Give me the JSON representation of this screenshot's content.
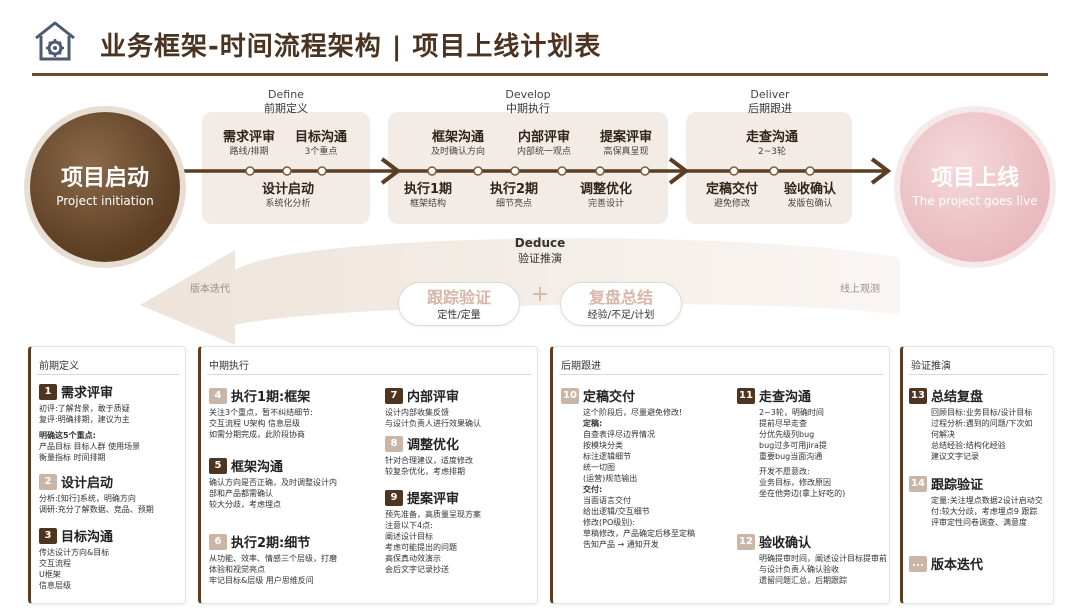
{
  "header": {
    "title": "业务框架-时间流程架构 | 项目上线计划表",
    "logo_icon": "house-gear-icon"
  },
  "phases": [
    {
      "en": "Define",
      "cn": "前期定义"
    },
    {
      "en": "Develop",
      "cn": "中期执行"
    },
    {
      "en": "Deliver",
      "cn": "后期跟进"
    }
  ],
  "start": {
    "cn": "项目启动",
    "en": "Project initiation"
  },
  "end": {
    "cn": "项目上线",
    "en": "The project goes live"
  },
  "nodes": {
    "n1": {
      "title": "需求评审",
      "sub": "路线/排期"
    },
    "n2": {
      "title": "目标沟通",
      "sub": "3个重点"
    },
    "n3": {
      "title": "设计启动",
      "sub": "系统化分析"
    },
    "n4": {
      "title": "框架沟通",
      "sub": "及时确认方向"
    },
    "n5": {
      "title": "内部评审",
      "sub": "内部统一观点"
    },
    "n6": {
      "title": "提案评审",
      "sub": "高保真呈现"
    },
    "n7": {
      "title": "执行1期",
      "sub": "框架结构"
    },
    "n8": {
      "title": "执行2期",
      "sub": "细节亮点"
    },
    "n9": {
      "title": "调整优化",
      "sub": "完善设计"
    },
    "n10": {
      "title": "走查沟通",
      "sub": "2~3轮"
    },
    "n11": {
      "title": "定稿交付",
      "sub": "避免修改"
    },
    "n12": {
      "title": "验收确认",
      "sub": "发版包确认"
    }
  },
  "deduce": {
    "en": "Deduce",
    "cn": "验证推演"
  },
  "feedback": {
    "left_label": "版本迭代",
    "right_label": "线上观测",
    "plus": "+",
    "pill1": {
      "title": "跟踪验证",
      "sub": "定性/定量"
    },
    "pill2": {
      "title": "复盘总结",
      "sub": "经验/不足/计划"
    }
  },
  "cards": [
    {
      "header": "前期定义",
      "items": [
        {
          "num": "1",
          "title": "需求评审",
          "lines": [
            "初评:了解背景，敢于质疑",
            "复评:明确排期，建议为主",
            "",
            "明确这5个重点:",
            "产品目标  目标人群  使用场景",
            "衡量指标  时间排期"
          ]
        },
        {
          "num": "2",
          "title": "设计启动",
          "lines": [
            "分析:[知行]系统，明确方向",
            "调研:充分了解数据、竞品、预期"
          ]
        },
        {
          "num": "3",
          "title": "目标沟通",
          "lines": [
            "传达设计方向&目标",
            "交互流程",
            "U框架",
            "信息层级"
          ]
        }
      ]
    },
    {
      "header": "中期执行",
      "items": [
        {
          "num": "4",
          "title": "执行1期:框架",
          "lines": [
            "关注3个重点，暂不纠结细节:",
            "交互流程  U架构  信息层级",
            "如需分期完成，此阶段协商"
          ]
        },
        {
          "num": "5",
          "title": "框架沟通",
          "lines": [
            "确认方向是否正确，及时调整设计内",
            "部和产品都需确认",
            "较大分歧，考虑埋点"
          ]
        },
        {
          "num": "6",
          "title": "执行2期:细节",
          "lines": [
            "从功能、效率、情感三个层级，打磨",
            "体验和视觉亮点",
            "牢记目标&层级 用户思维反问"
          ]
        },
        {
          "num": "7",
          "title": "内部评审",
          "lines": [
            "设计内部收集反馈",
            "与设计负责人进行效果确认"
          ]
        },
        {
          "num": "8",
          "title": "调整优化",
          "lines": [
            "针对合理建议，适度修改",
            "较复杂优化，考虑排期"
          ]
        },
        {
          "num": "9",
          "title": "提案评审",
          "lines": [
            "预先准备，高质量呈现方案",
            "注意以下4点:",
            "阐述设计目标",
            "考虑可能提出的问题",
            "高保真动效演示",
            "会后文字记录抄送"
          ]
        }
      ]
    },
    {
      "header": "后期跟进",
      "items": [
        {
          "num": "10",
          "title": "定稿交付",
          "lines": [
            "这个阶段后，尽量避免修改!",
            "定稿:",
            "自查表评尽边界情况",
            "按模块分类",
            "标注逻辑细节",
            "统一切图",
            "(运营)规范输出",
            "交付:",
            "当面语言交付",
            "给出逻辑/交互细节",
            "修改(PO级别):",
            "草稿修改，产品确定后移至定稿",
            "告知产品 → 通知开发"
          ]
        },
        {
          "num": "11",
          "title": "走查沟通",
          "lines": [
            "2~3轮，明确时间",
            "提前尽早走查",
            "分优先级列bug",
            "bug过多可用jira提",
            "重要bug当面沟通",
            "",
            "开发不愿意改:",
            "业务目标，修改原因",
            "坐在他旁边(拿上好吃的)"
          ]
        },
        {
          "num": "12",
          "title": "验收确认",
          "lines": [
            "明确提审时间，阐述设计目标提审前",
            "与设计负责人确认验收",
            "遗留问题汇总，后期跟踪"
          ]
        }
      ]
    },
    {
      "header": "验证推演",
      "items": [
        {
          "num": "13",
          "title": "总结复盘",
          "lines": [
            "回顾目标:业务目标/设计目标",
            "过程分析:遇到的问题/下次如",
            "何解决",
            "总结经验:结构化经验",
            "建议文字记录"
          ]
        },
        {
          "num": "14",
          "title": "跟踪验证",
          "lines": [
            "定量:关注埋点数据2设计启动交",
            "付:较大分歧，考虑埋点9 跟踪",
            "评审定性问卷调查、满意度"
          ]
        },
        {
          "num": "...",
          "title": "版本迭代",
          "lines": []
        }
      ]
    }
  ]
}
